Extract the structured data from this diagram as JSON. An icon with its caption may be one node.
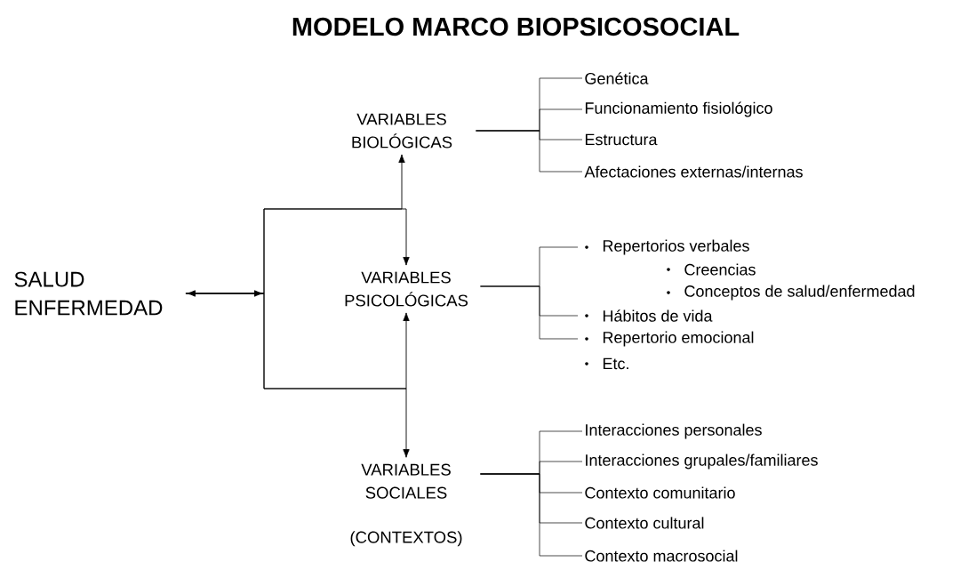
{
  "diagram": {
    "title": "MODELO MARCO BIOPSICOSOCIAL",
    "nodes": [
      {
        "text": [
          "SALUD ENFERMEDAD"
        ]
      },
      {
        "text": [
          "VARIABLES BIOLÓGICAS"
        ]
      },
      {
        "text": [
          "VARIABLES PSICOLÓGICAS"
        ]
      },
      {
        "text": [
          "VARIABLES SOCIALES",
          "(CONTEXTOS)"
        ]
      },
      {
        "text": [
          "Genética"
        ]
      },
      {
        "text": [
          "Funcionamiento fisiológico"
        ]
      },
      {
        "text": [
          "Estructura"
        ]
      },
      {
        "text": [
          "Afectaciones externas/internas"
        ]
      },
      {
        "text": [
          "Repertorios verbales"
        ]
      },
      {
        "text": [
          "Hábitos de vida"
        ]
      },
      {
        "text": [
          "Repertorio emocional"
        ]
      },
      {
        "text": [
          "Interacciones personales"
        ]
      },
      {
        "text": [
          "Interacciones grupales/familiares"
        ]
      },
      {
        "text": [
          "Contexto comunitario"
        ]
      },
      {
        "text": [
          "Contexto cultural"
        ]
      },
      {
        "text": [
          "Contexto macrosocial"
        ]
      }
    ],
    "edges": [
      {
        "from": 0,
        "to": 1,
        "arrow": "both"
      },
      {
        "from": 0,
        "to": 2,
        "arrow": "to"
      },
      {
        "from": 0,
        "to": 2,
        "arrow": "to"
      },
      {
        "from": 0,
        "to": 3,
        "arrow": "to"
      },
      {
        "from": 1,
        "to": 4,
        "arrow": "none"
      },
      {
        "from": 1,
        "to": 5,
        "arrow": "none"
      },
      {
        "from": 1,
        "to": 6,
        "arrow": "none"
      },
      {
        "from": 1,
        "to": 7,
        "arrow": "none"
      },
      {
        "from": 2,
        "to": 8,
        "arrow": "none"
      },
      {
        "from": 2,
        "to": 9,
        "arrow": "none"
      },
      {
        "from": 2,
        "to": 10,
        "arrow": "none"
      },
      {
        "from": 3,
        "to": 11,
        "arrow": "none"
      },
      {
        "from": 3,
        "to": 12,
        "arrow": "none"
      },
      {
        "from": 3,
        "to": 13,
        "arrow": "none"
      },
      {
        "from": 3,
        "to": 14,
        "arrow": "none"
      },
      {
        "from": 3,
        "to": 15,
        "arrow": "none"
      }
    ],
    "labels": [
      "Creencias",
      "Conceptos de salud/enfermedad",
      "Etc."
    ]
  }
}
